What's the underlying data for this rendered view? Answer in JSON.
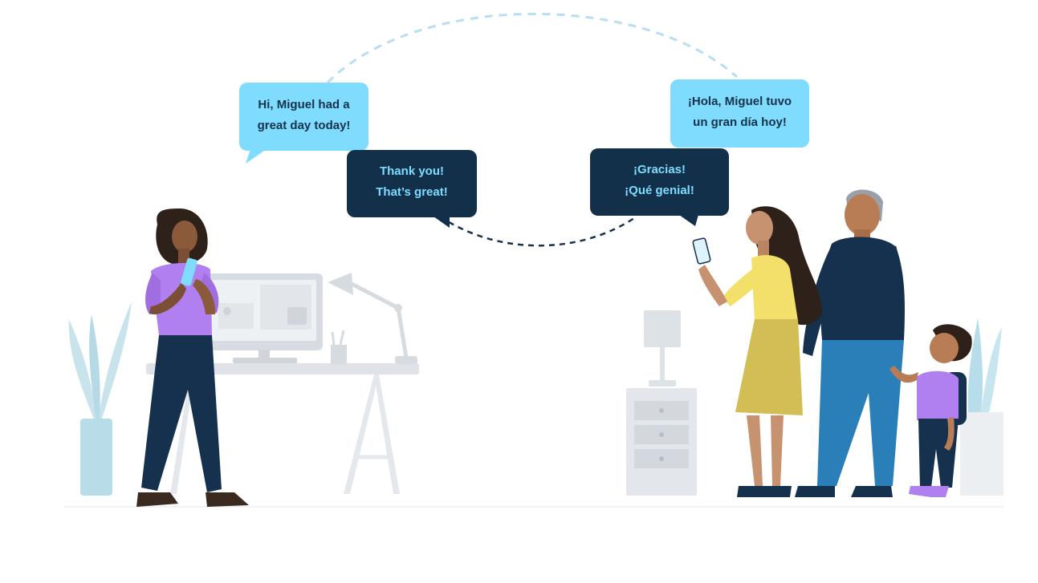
{
  "bubbles": {
    "teacher_en": {
      "line1": "Hi, Miguel had a",
      "line2": "great day today!"
    },
    "teacher_reply_en": {
      "line1": "Thank you!",
      "line2": "That’s great!"
    },
    "parent_es": {
      "line1": "¡Hola, Miguel tuvo",
      "line2": "un gran día hoy!"
    },
    "parent_reply_es": {
      "line1": "¡Gracias!",
      "line2": "¡Qué genial!"
    }
  },
  "colors": {
    "light_bubble": "#7fdcff",
    "dark_bubble": "#123049",
    "navy": "#15314d",
    "purple": "#b07ff0",
    "furniture": "#e3e7ec",
    "plant": "#bfe0ea",
    "yellow_top": "#f2e06a",
    "yellow_skirt": "#d3be55",
    "blue_pants": "#2a7fb8"
  },
  "icons": [
    "phone-icon",
    "lamp-icon",
    "monitor-icon",
    "plant-icon"
  ]
}
